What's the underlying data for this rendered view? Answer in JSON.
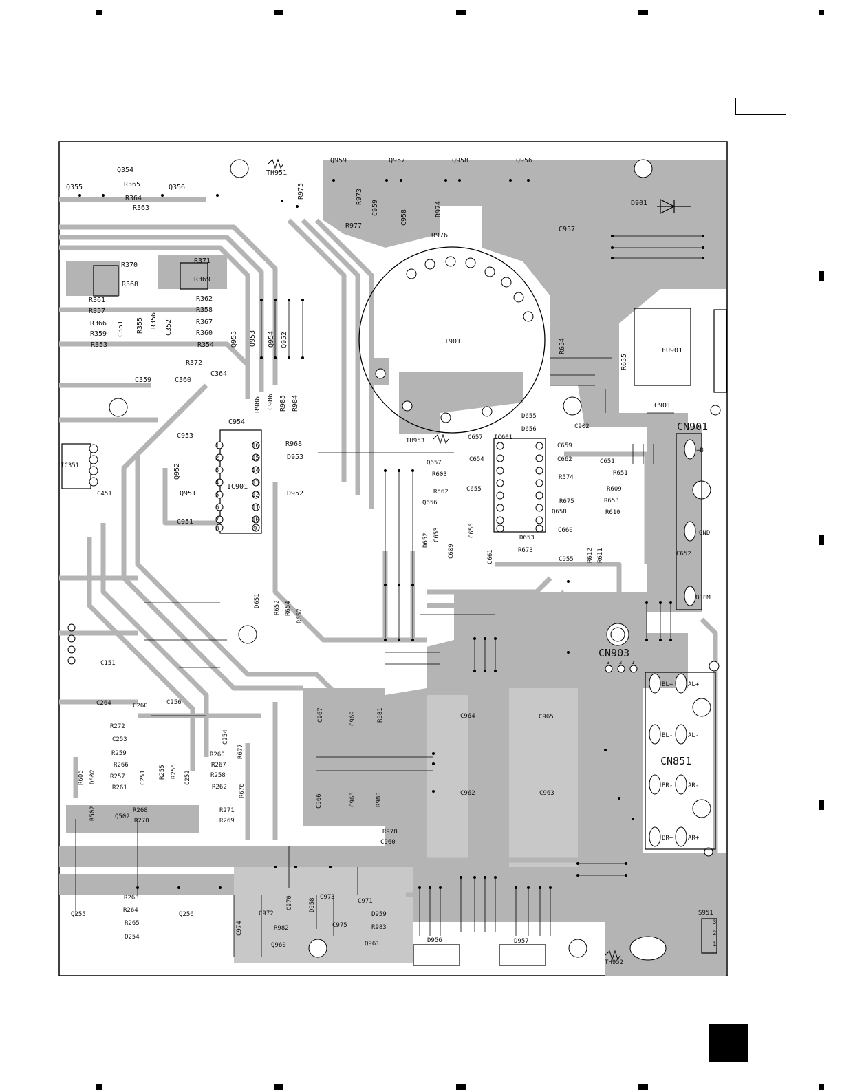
{
  "top_block_labels": [
    "Q354",
    "R365",
    "R364",
    "R363",
    "Q355",
    "Q356",
    "TH951",
    "R975",
    "Q959",
    "R973",
    "Q957",
    "C959",
    "Q958",
    "R974",
    "Q956",
    "R977",
    "C958",
    "R976",
    "D901",
    "C957"
  ],
  "left_block_labels": [
    "R370",
    "R368",
    "R371",
    "R369",
    "R361",
    "R357",
    "R366",
    "R359",
    "R353",
    "R362",
    "R358",
    "R367",
    "R360",
    "R354",
    "C351",
    "R355",
    "R356",
    "C352",
    "R372",
    "C359",
    "C360",
    "C364"
  ],
  "center_labels": [
    "T901",
    "R654",
    "R655",
    "FU901",
    "C901",
    "Q955",
    "Q953",
    "Q954",
    "Q952",
    "R986",
    "C986",
    "R985",
    "R984",
    "C954",
    "C953",
    "Q952",
    "Q951",
    "C951",
    "IC901",
    "R968",
    "D953",
    "D952"
  ],
  "ic601_labels": [
    "TH953",
    "C657",
    "IC601",
    "D655",
    "D656",
    "C902",
    "C659",
    "C662",
    "C651",
    "R651",
    "Q657",
    "C654",
    "R603",
    "R574",
    "R562",
    "C655",
    "R609",
    "R675",
    "R653",
    "Q656",
    "Q658",
    "R610",
    "C656",
    "C653",
    "D652",
    "C609",
    "C661",
    "C660",
    "D653",
    "R673",
    "C955",
    "R612",
    "R611",
    "C652"
  ],
  "connector_labels": {
    "cn901": "CN901",
    "cn901_pins": [
      "+B",
      "GND",
      "BREM"
    ],
    "cn903": "CN903",
    "cn903_pins": [
      "3",
      "2",
      "1"
    ],
    "cn851": "CN851",
    "cn851_pins": [
      "BL+",
      "AL+",
      "BL-",
      "AL-",
      "BR-",
      "AR-",
      "BR+",
      "AR+"
    ]
  },
  "lower_labels": [
    "C151",
    "C264",
    "C260",
    "C256",
    "R272",
    "C253",
    "R259",
    "R266",
    "R257",
    "R261",
    "R255",
    "R256",
    "C254",
    "R260",
    "R267",
    "R258",
    "R262",
    "R677",
    "R676",
    "C251",
    "C252",
    "R268",
    "R270",
    "R271",
    "R269",
    "Q502",
    "R502",
    "R606",
    "D602",
    "C967",
    "C969",
    "R981",
    "C964",
    "C965",
    "C966",
    "C968",
    "R980",
    "C962",
    "C963",
    "R978",
    "C960",
    "D651",
    "R652",
    "R654",
    "R657"
  ],
  "bottom_labels": [
    "Q255",
    "R263",
    "R264",
    "R265",
    "Q254",
    "Q256",
    "C972",
    "C970",
    "D958",
    "C973",
    "C971",
    "D959",
    "C974",
    "R982",
    "Q960",
    "C975",
    "R983",
    "Q961",
    "D956",
    "D957",
    "TH952",
    "S951"
  ],
  "ic351_label": "IC351",
  "c451_label": "C451",
  "ic_pin_numbers": [
    "1",
    "2",
    "3",
    "4",
    "5",
    "6",
    "7",
    "8",
    "9",
    "10",
    "11",
    "12",
    "13",
    "14",
    "15",
    "16"
  ],
  "s951_pins": [
    "3",
    "2",
    "1"
  ],
  "colors": {
    "copper": "#b4b4b4",
    "trace": "#c8c8c8",
    "ink": "#111111",
    "paper": "#ffffff"
  }
}
